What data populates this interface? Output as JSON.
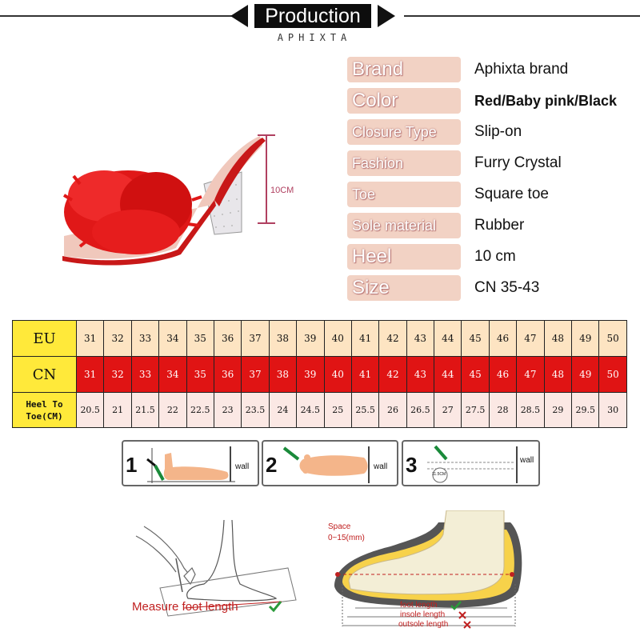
{
  "header": {
    "title": "Production",
    "subtitle": "APHIXTA"
  },
  "dimension_label": "10CM",
  "specs": [
    {
      "key": "Brand",
      "value": "Aphixta brand",
      "bold": false
    },
    {
      "key": "Color",
      "value": "Red/Baby pink/Black",
      "bold": true
    },
    {
      "key": "Closure Type",
      "value": "Slip-on",
      "bold": false
    },
    {
      "key": "Fashion",
      "value": "Furry Crystal",
      "bold": false
    },
    {
      "key": "Toe",
      "value": "Square toe",
      "bold": false
    },
    {
      "key": "Sole material",
      "value": "Rubber",
      "bold": false
    },
    {
      "key": "Heel",
      "value": "10 cm",
      "bold": false
    },
    {
      "key": "Size",
      "value": "CN 35-43",
      "bold": false
    }
  ],
  "size_table": {
    "rows": [
      {
        "label": "EU",
        "values": [
          "31",
          "32",
          "33",
          "34",
          "35",
          "36",
          "37",
          "38",
          "39",
          "40",
          "41",
          "42",
          "43",
          "44",
          "45",
          "46",
          "47",
          "48",
          "49",
          "50"
        ]
      },
      {
        "label": "CN",
        "values": [
          "31",
          "32",
          "33",
          "34",
          "35",
          "36",
          "37",
          "38",
          "39",
          "40",
          "41",
          "42",
          "43",
          "44",
          "45",
          "46",
          "47",
          "48",
          "49",
          "50"
        ]
      },
      {
        "label": "Heel To Toe(CM)",
        "values": [
          "20.5",
          "21",
          "21.5",
          "22",
          "22.5",
          "23",
          "23.5",
          "24",
          "24.5",
          "25",
          "25.5",
          "26",
          "26.5",
          "27",
          "27.5",
          "28",
          "28.5",
          "29",
          "29.5",
          "30"
        ]
      }
    ]
  },
  "steps": [
    {
      "number": "1",
      "wall": "wall"
    },
    {
      "number": "2",
      "wall": "wall"
    },
    {
      "number": "3",
      "wall": "wall",
      "measure": "11.5CM"
    }
  ],
  "measure": {
    "label": "Measure foot length",
    "space_label": "Space",
    "space_range": "0~15(mm)",
    "foot_length": "foot length",
    "insole_length": "insole length",
    "outsole_length": "outsole length"
  },
  "colors": {
    "accent_red": "#e01414",
    "size_head_yellow": "#ffe93a",
    "spec_pink": "#f2d2c4"
  }
}
